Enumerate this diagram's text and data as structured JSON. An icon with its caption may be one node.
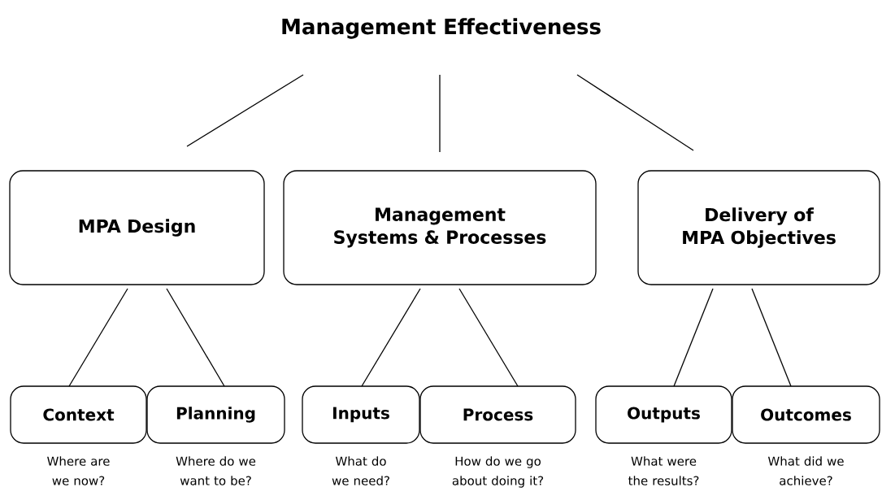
{
  "diagram": {
    "nodes": [
      {
        "text": [
          "Management Effectiveness"
        ]
      },
      {
        "text": [
          "MPA Design"
        ]
      },
      {
        "text": [
          "Management Systems & Processes"
        ]
      },
      {
        "text": [
          "Delivery of MPA Objectives"
        ]
      },
      {
        "text": [
          "Context"
        ],
        "beside": [
          "Where are we now?"
        ]
      },
      {
        "text": [
          "Planning"
        ],
        "beside": [
          "Where do we want to be?"
        ]
      },
      {
        "text": [
          "Inputs"
        ],
        "beside": [
          "What do we need?"
        ]
      },
      {
        "text": [
          "Process"
        ],
        "beside": [
          "How do we go about doing it?"
        ]
      },
      {
        "text": [
          "Outputs"
        ],
        "beside": [
          "What were the results?"
        ]
      },
      {
        "text": [
          "Outcomes"
        ],
        "beside": [
          "What did we achieve?"
        ]
      }
    ],
    "edges": [
      {
        "from": 0,
        "to": 1,
        "arrow": "none"
      },
      {
        "from": 0,
        "to": 2,
        "arrow": "none"
      },
      {
        "from": 0,
        "to": 3,
        "arrow": "none"
      },
      {
        "from": 1,
        "to": 4,
        "arrow": "none"
      },
      {
        "from": 1,
        "to": 5,
        "arrow": "none"
      },
      {
        "from": 2,
        "to": 6,
        "arrow": "none"
      },
      {
        "from": 2,
        "to": 7,
        "arrow": "none"
      },
      {
        "from": 3,
        "to": 8,
        "arrow": "none"
      },
      {
        "from": 3,
        "to": 9,
        "arrow": "none"
      }
    ]
  }
}
